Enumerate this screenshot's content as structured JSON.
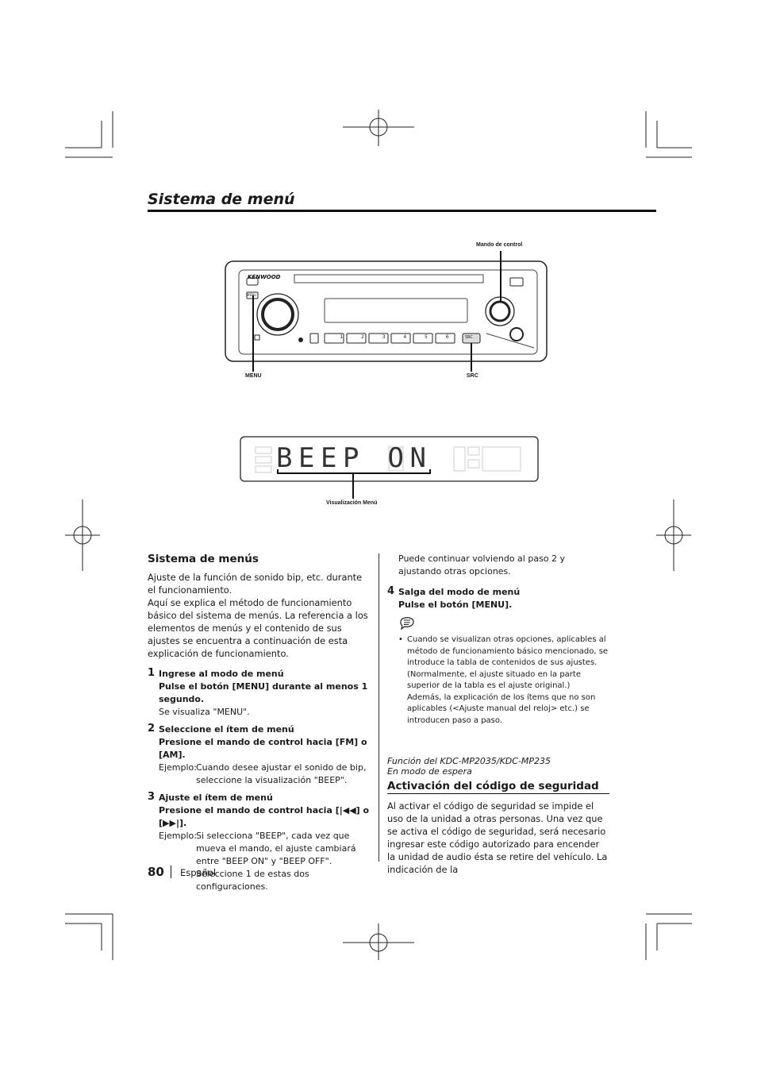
{
  "page": {
    "title": "Sistema de menú",
    "page_number": "80",
    "language": "Español"
  },
  "figure1": {
    "brand": "KENWOOD",
    "label_control": "Mando de control",
    "label_menu": "MENU",
    "label_src": "SRC",
    "button_src": "SRC",
    "button_menu": "MENU",
    "presets": [
      "1",
      "2",
      "3",
      "4",
      "5",
      "6"
    ]
  },
  "figure2": {
    "display_chars": [
      "B",
      "E",
      "E",
      "P",
      "",
      "O",
      "N"
    ],
    "label_visualizacion": "Visualización Menú"
  },
  "left": {
    "heading": "Sistema de menús",
    "intro_1": "Ajuste de la función de sonido bip, etc. durante el funcionamiento.",
    "intro_2": "Aquí se explica el método de funcionamiento básico del sistema de menús. La referencia a los elementos de menús y el contenido de sus ajustes se encuentra a continuación de esta explicación de funcionamiento.",
    "step1": {
      "num": "1",
      "title": "Ingrese al modo de menú",
      "action": "Pulse el botón [MENU] durante al menos 1 segundo.",
      "note": "Se visualiza \"MENU\"."
    },
    "step2": {
      "num": "2",
      "title": "Seleccione el ítem de menú",
      "action": "Presione el mando de control hacia [FM] o [AM].",
      "example_label": "Ejemplo:",
      "example": "Cuando desee ajustar el sonido de bip, seleccione la visualización \"BEEP\"."
    },
    "step3": {
      "num": "3",
      "title": "Ajuste el ítem de menú",
      "action": "Presione el mando de control hacia [|◀◀] o [▶▶|].",
      "example_label": "Ejemplo:",
      "example": "Si selecciona \"BEEP\", cada vez que mueva el mando, el ajuste cambiará entre \"BEEP ON\" y \"BEEP OFF\". Seleccione 1 de estas dos configuraciones."
    }
  },
  "right": {
    "continue_text": "Puede continuar volviendo al paso 2 y ajustando otras opciones.",
    "step4": {
      "num": "4",
      "title": "Salga del modo de menú",
      "action": "Pulse el botón [MENU]."
    },
    "note_bullet": "•",
    "note_1": "Cuando se visualizan otras opciones, aplicables al método de funcionamiento básico mencionado, se introduce la tabla de contenidos de sus ajustes. (Normalmente, el ajuste situado en la parte superior de la tabla es el ajuste original.)",
    "note_2": "Además, la explicación de los ítems que no son aplicables (<Ajuste manual del reloj> etc.) se introducen paso a paso.",
    "function_line1": "Función del KDC-MP2035/KDC-MP235",
    "function_line2": "En modo de espera",
    "heading2": "Activación del código de seguridad",
    "security_text": "Al activar el código de seguridad se impide el uso de la unidad a otras personas. Una vez que se activa el código de seguridad, será necesario ingresar este código autorizado para encender la unidad de audio ésta se retire del vehículo. La indicación de la"
  }
}
